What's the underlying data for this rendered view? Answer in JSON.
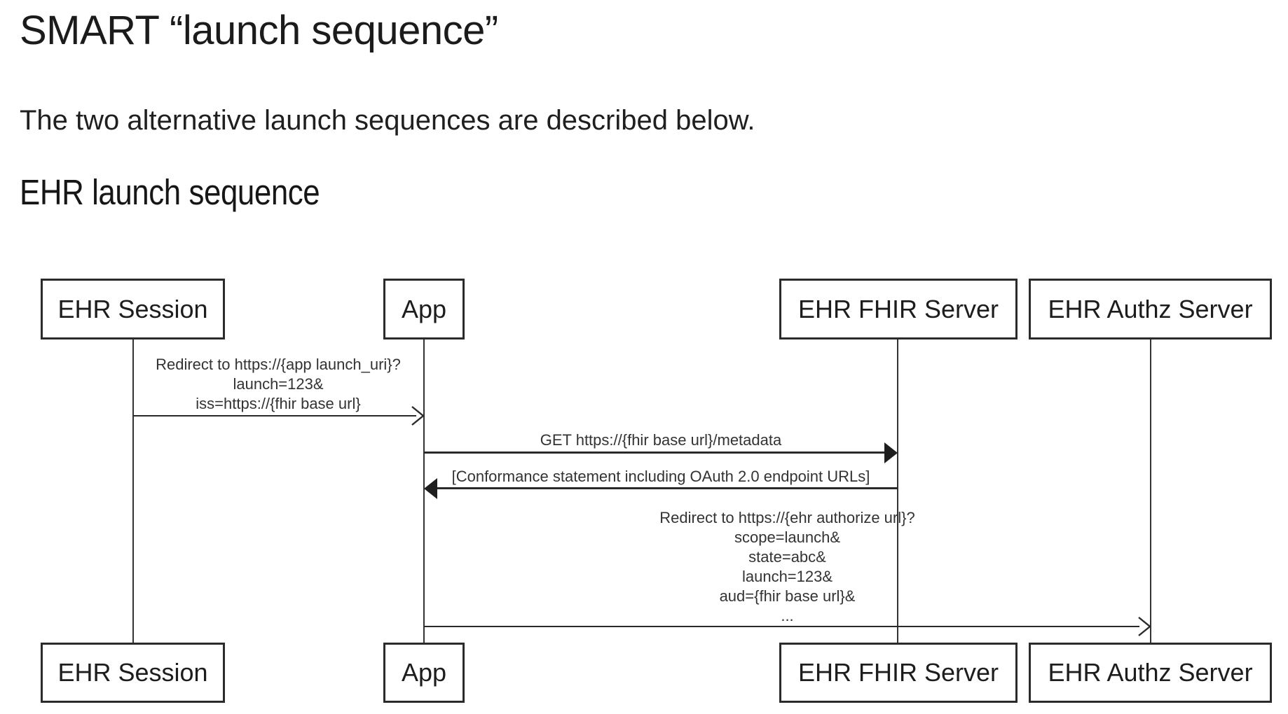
{
  "page": {
    "title": "SMART “launch sequence”",
    "intro": "The two alternative launch sequences are described below.",
    "section_heading": "EHR launch sequence"
  },
  "diagram": {
    "type": "sequence-diagram",
    "line_color": "#2a2a2a",
    "actors": [
      {
        "id": "ehr-session",
        "label": "EHR Session"
      },
      {
        "id": "app",
        "label": "App"
      },
      {
        "id": "ehr-fhir-server",
        "label": "EHR FHIR Server"
      },
      {
        "id": "ehr-authz-server",
        "label": "EHR Authz Server"
      }
    ],
    "messages": [
      {
        "from": "EHR Session",
        "to": "App",
        "arrowhead": "open",
        "lines": [
          "Redirect to https://{app launch_uri}?",
          "launch=123&",
          "iss=https://{fhir base url}"
        ]
      },
      {
        "from": "App",
        "to": "EHR FHIR Server",
        "arrowhead": "filled",
        "lines": [
          "GET https://{fhir base url}/metadata"
        ]
      },
      {
        "from": "EHR FHIR Server",
        "to": "App",
        "arrowhead": "filled",
        "lines": [
          "[Conformance statement including OAuth 2.0 endpoint URLs]"
        ]
      },
      {
        "from": "App",
        "to": "EHR Authz Server",
        "arrowhead": "open",
        "lines": [
          "Redirect to https://{ehr authorize url}?",
          "scope=launch&",
          "state=abc&",
          "launch=123&",
          "aud={fhir base url}&",
          "..."
        ]
      }
    ]
  }
}
